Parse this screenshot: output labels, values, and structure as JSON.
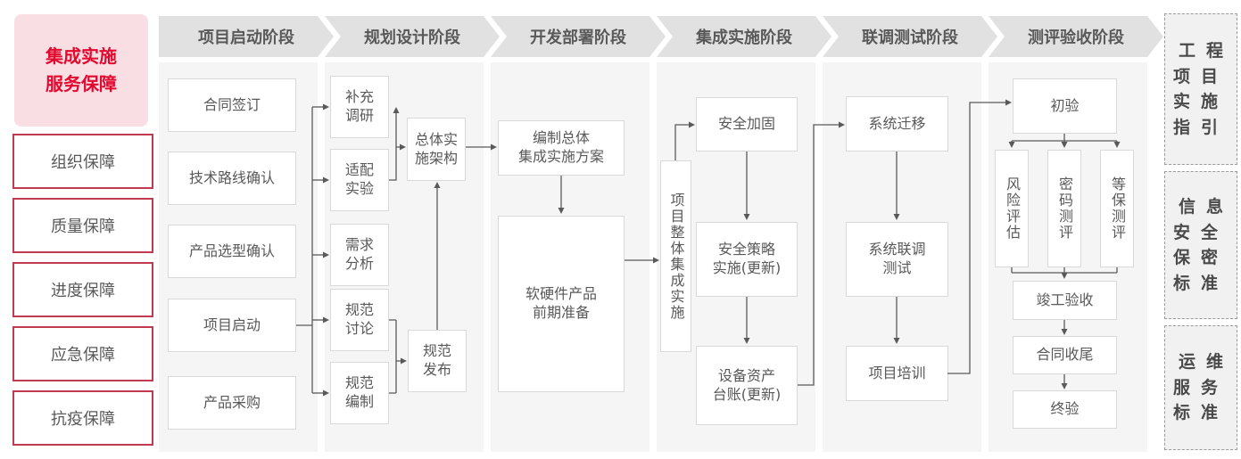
{
  "colors": {
    "accent_red": "#e2082e",
    "legend_border_red": "#c23a52",
    "legend_title_bg": "#f9dee3",
    "phase_header_bg": "#e1e1e1",
    "column_bg": "#f5f5f5",
    "box_border": "#d9d9d9",
    "text_gray": "#595959",
    "connector": "#595959",
    "standards_bg": "#f1f1f1"
  },
  "legend": {
    "title": "集成实施\n服务保障",
    "items": [
      "组织保障",
      "质量保障",
      "进度保障",
      "应急保障",
      "抗疫保障"
    ]
  },
  "phases": [
    {
      "label": "项目启动阶段",
      "boxes": {
        "contract": "合同签订",
        "tech_route": "技术路线确认",
        "product_selection": "产品选型确认",
        "kickoff": "项目启动",
        "procurement": "产品采购"
      }
    },
    {
      "label": "规划设计阶段",
      "boxes": {
        "supplementary_research": "补充\n调研",
        "adaptation_test": "适配\n实验",
        "requirement_analysis": "需求\n分析",
        "spec_discussion": "规范\n讨论",
        "spec_drafting": "规范\n编制",
        "overall_architecture": "总体实\n施架构",
        "spec_release": "规范\n发布"
      }
    },
    {
      "label": "开发部署阶段",
      "boxes": {
        "overall_plan": "编制总体\n集成实施方案",
        "product_preparation": "软硬件产品\n前期准备"
      }
    },
    {
      "label": "集成实施阶段",
      "boxes": {
        "overall_integration": "项目整体集成实施",
        "security_hardening": "安全加固",
        "security_policy": "安全策略\n实施(更新)",
        "asset_ledger": "设备资产\n台账(更新)"
      }
    },
    {
      "label": "联调测试阶段",
      "boxes": {
        "system_migration": "系统迁移",
        "joint_debugging": "系统联调\n测试",
        "project_training": "项目培训"
      }
    },
    {
      "label": "测评验收阶段",
      "boxes": {
        "initial_acceptance": "初验",
        "risk_assessment": "风险评估",
        "crypto_evaluation": "密码测评",
        "mlps_evaluation": "等保测评",
        "completion_acceptance": "竣工验收",
        "contract_closure": "合同收尾",
        "final_acceptance": "终验"
      }
    }
  ],
  "standards": [
    "工程\n项目\n实施\n指引",
    "信息\n安全\n保密\n标准",
    "运维\n服务\n标准"
  ]
}
